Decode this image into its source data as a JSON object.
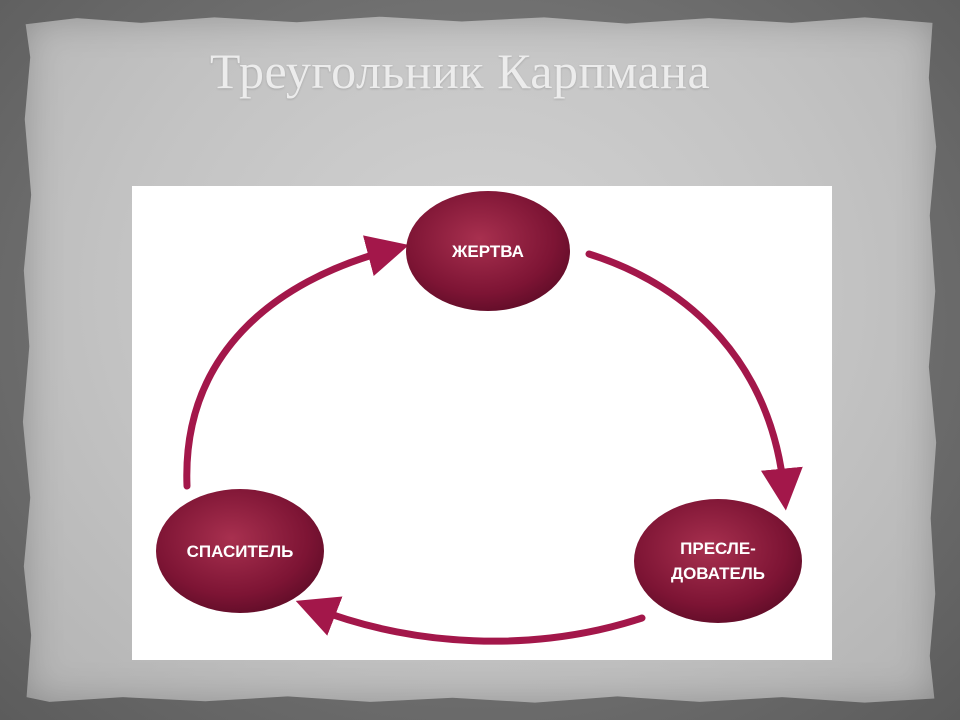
{
  "slide": {
    "title": "Треугольник Карпмана"
  },
  "diagram": {
    "nodes": {
      "victim": {
        "lines": [
          "ЖЕРТВА"
        ]
      },
      "persecutor": {
        "lines": [
          "ПРЕСЛЕ-",
          "ДОВАТЕЛЬ"
        ]
      },
      "rescuer": {
        "lines": [
          "СПАСИТЕЛЬ"
        ]
      }
    },
    "colors": {
      "arrow": "#a3174a",
      "node_light": "#a8304f",
      "node_dark": "#6b0f2c",
      "paper": "#c8c8c8",
      "title": "#ececec"
    }
  }
}
